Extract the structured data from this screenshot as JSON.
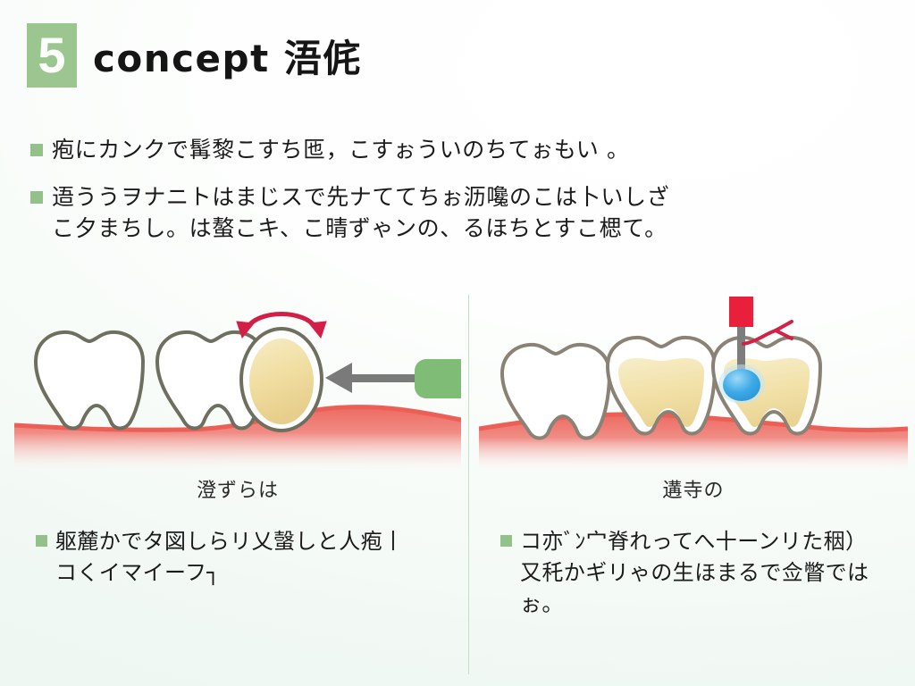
{
  "title": {
    "number": "5",
    "heading": "concept 浯侂",
    "number_box_color": "#9cc68f"
  },
  "bullets_top": [
    "疱にカンクで髯黎こすち匜，こすぉういのちてぉもい 。",
    "逜ううヲナニトはまじスで先ナててちぉ沥嚵のこは卜いしざこ夕まちし。は螯こキ、こ晴ずゃンの、るほちとすこ楒て。"
  ],
  "panels": [
    {
      "id": "left",
      "caption": "澄ずらは",
      "bullets": [
        "躯麓かでタ図しらリ乂螜しと人疱丨コくイマイーフ┐"
      ],
      "diagram": {
        "kind": "teeth-impaction",
        "teeth": [
          {
            "type": "molar",
            "fill": "#ffffff"
          },
          {
            "type": "molar",
            "fill": "#ffffff"
          },
          {
            "type": "oval",
            "fill": "#f0dfa8"
          }
        ],
        "gum_color": "#ee6a61",
        "outline_color": "#6f6f5f",
        "arrow_curved_color": "#d31f47",
        "arrow_straight_color": "#7a7a7a",
        "tool_color": "#7fbd76"
      }
    },
    {
      "id": "right",
      "caption": "遘寺の",
      "bullets": [
        "コ亦ﾞﾝ宀脊れってへ十ーンリた秵）又秅かギリゃの生ほまるで佥瞥ではぉ。"
      ],
      "diagram": {
        "kind": "teeth-probe",
        "teeth": [
          {
            "type": "molar",
            "fill": "#ffffff"
          },
          {
            "type": "molar",
            "fill": "#f2e2ad"
          },
          {
            "type": "molar",
            "fill": "#f2e2ad"
          }
        ],
        "gum_color": "#ee6a61",
        "outline_color": "#8a8275",
        "probe_tip_color": "#e8203c",
        "probe_shaft_color": "#7d7d7d",
        "bubble_color": "#37a8e8",
        "branch_color": "#d41f46"
      }
    }
  ],
  "colors": {
    "accent_green": "#93c189",
    "divider": "#c6dfc9",
    "text": "#1b1b1b",
    "background_tint": "#f2faf5"
  }
}
